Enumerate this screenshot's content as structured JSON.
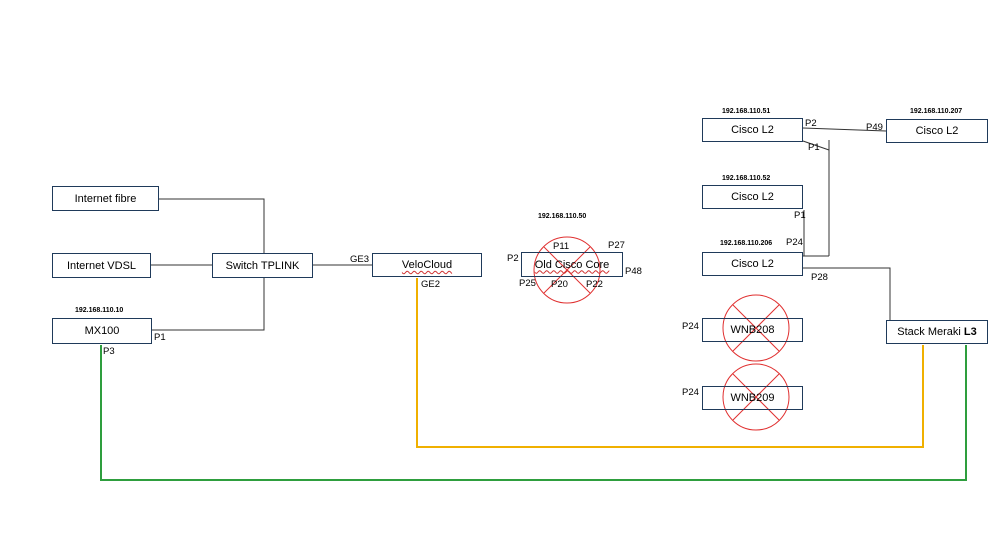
{
  "colors": {
    "box_border": "#1f3a5a",
    "line": "#333333",
    "yellow": "#f0b000",
    "green": "#2e9e3e",
    "cross": "#e03030"
  },
  "devices": {
    "internet_fibre": {
      "label": "Internet fibre"
    },
    "internet_vdsl": {
      "label": "Internet VDSL"
    },
    "mx100": {
      "label": "MX100",
      "ip": "192.168.110.10"
    },
    "switch_tplink": {
      "label": "Switch TPLINK"
    },
    "velocloud": {
      "label": "VeloCloud"
    },
    "old_cisco_core": {
      "label": "Old Cisco Core",
      "ip": "192.168.110.50",
      "decommissioned": true
    },
    "cisco_l2_51": {
      "label": "Cisco L2",
      "ip": "192.168.110.51"
    },
    "cisco_l2_207": {
      "label": "Cisco L2",
      "ip": "192.168.110.207"
    },
    "cisco_l2_52": {
      "label": "Cisco L2",
      "ip": "192.168.110.52"
    },
    "cisco_l2_206": {
      "label": "Cisco L2",
      "ip": "192.168.110.206"
    },
    "wnb208": {
      "label": "WNB208",
      "decommissioned": true
    },
    "wnb209": {
      "label": "WNB209",
      "decommissioned": true
    },
    "stack_meraki": {
      "label": "Stack Meraki",
      "label_bold": "L3"
    }
  },
  "ports": {
    "mx100_p1": "P1",
    "mx100_p3": "P3",
    "velo_ge3": "GE3",
    "velo_ge2": "GE2",
    "core_p2": "P2",
    "core_p11": "P11",
    "core_p27": "P27",
    "core_p48": "P48",
    "core_p25": "P25",
    "core_p20": "P20",
    "core_p22": "P22",
    "c51_p2": "P2",
    "c51_p1": "P1",
    "c207_p49": "P49",
    "c52_p1": "P1",
    "c206_p24": "P24",
    "c206_p28": "P28",
    "wnb208_p24": "P24",
    "wnb209_p24": "P24"
  }
}
